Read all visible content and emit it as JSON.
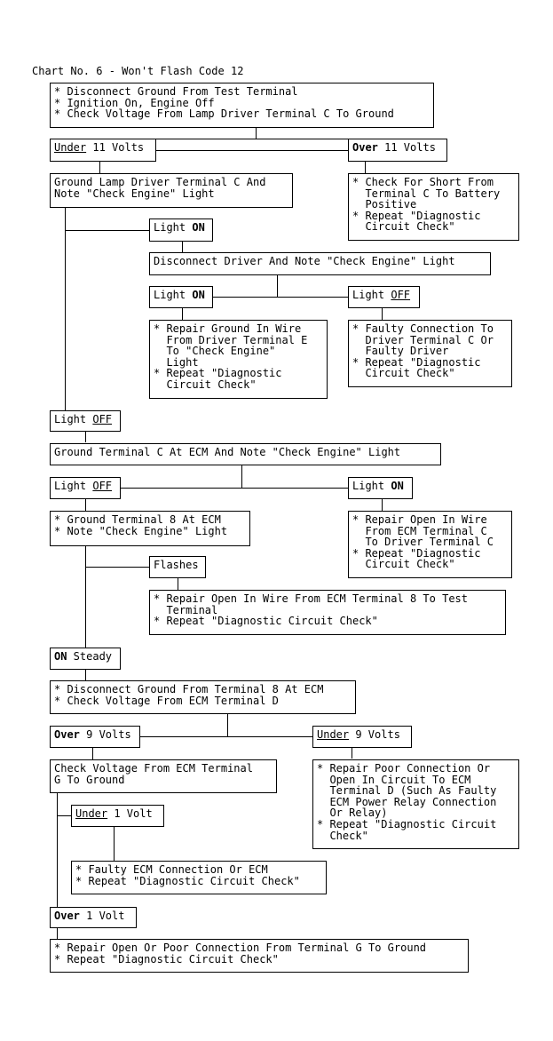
{
  "title": "Chart No. 6 - Won't Flash Code 12",
  "nodes": {
    "n1": [
      "* Disconnect Ground From Test Terminal",
      "* Ignition On, Engine Off",
      "* Check Voltage From Lamp Driver Terminal C To Ground"
    ],
    "under11": {
      "pre": "Under",
      "post": " 11 Volts"
    },
    "over11": {
      "pre": "Over",
      "post": " 11 Volts"
    },
    "ground_lamp": [
      "Ground Lamp Driver Terminal C And",
      "Note \"Check Engine\" Light"
    ],
    "check_short": [
      "* Check For Short From",
      "  Terminal C To Battery",
      "  Positive",
      "* Repeat \"Diagnostic",
      "  Circuit Check\""
    ],
    "light_on_1": {
      "pre": "Light ",
      "post": "ON"
    },
    "disconnect_driver": "Disconnect Driver And Note \"Check Engine\" Light",
    "light_on_2": {
      "pre": "Light ",
      "post": "ON"
    },
    "light_off_1": {
      "pre": "Light ",
      "post": "OFF"
    },
    "repair_ground": [
      "* Repair Ground In Wire",
      "  From Driver Terminal E",
      "  To \"Check Engine\"",
      "  Light",
      "* Repeat \"Diagnostic",
      "  Circuit Check\""
    ],
    "faulty_conn": [
      "* Faulty Connection To",
      "  Driver Terminal C Or",
      "  Faulty Driver",
      "* Repeat \"Diagnostic",
      "  Circuit Check\""
    ],
    "light_off_2": {
      "pre": "Light ",
      "post": "OFF"
    },
    "ground_ecm_c": "Ground Terminal C At ECM And Note \"Check Engine\" Light",
    "light_off_3": {
      "pre": "Light ",
      "post": "OFF"
    },
    "light_on_3": {
      "pre": "Light ",
      "post": "ON"
    },
    "ground_8": [
      "* Ground Terminal 8 At ECM",
      "* Note \"Check Engine\" Light"
    ],
    "repair_open_c": [
      "* Repair Open In Wire",
      "  From ECM Terminal C",
      "  To Driver Terminal C",
      "* Repeat \"Diagnostic",
      "  Circuit Check\""
    ],
    "flashes": "Flashes",
    "repair_open_8": [
      "* Repair Open In Wire From ECM Terminal 8 To Test",
      "  Terminal",
      "* Repeat \"Diagnostic Circuit Check\""
    ],
    "on_steady": {
      "pre": "ON",
      "post": " Steady"
    },
    "disconnect_8": [
      "* Disconnect Ground From Terminal 8 At ECM",
      "* Check Voltage From ECM Terminal D"
    ],
    "over9": {
      "pre": "Over",
      "post": " 9 Volts"
    },
    "under9": {
      "pre": "Under",
      "post": " 9 Volts"
    },
    "check_g": [
      "Check Voltage From ECM Terminal",
      "G To Ground"
    ],
    "repair_poor_d": [
      "* Repair Poor Connection Or",
      "  Open In Circuit To ECM",
      "  Terminal D (Such As Faulty",
      "  ECM Power Relay Connection",
      "  Or Relay)",
      "* Repeat \"Diagnostic Circuit",
      "  Check\""
    ],
    "under1": {
      "pre": "Under",
      "post": " 1 Volt"
    },
    "faulty_ecm": [
      "* Faulty ECM Connection Or ECM",
      "* Repeat \"Diagnostic Circuit Check\""
    ],
    "over1": {
      "pre": "Over",
      "post": " 1 Volt"
    },
    "repair_poor_g": [
      "* Repair Open Or Poor Connection From Terminal G To Ground",
      "* Repeat \"Diagnostic Circuit Check\""
    ]
  }
}
